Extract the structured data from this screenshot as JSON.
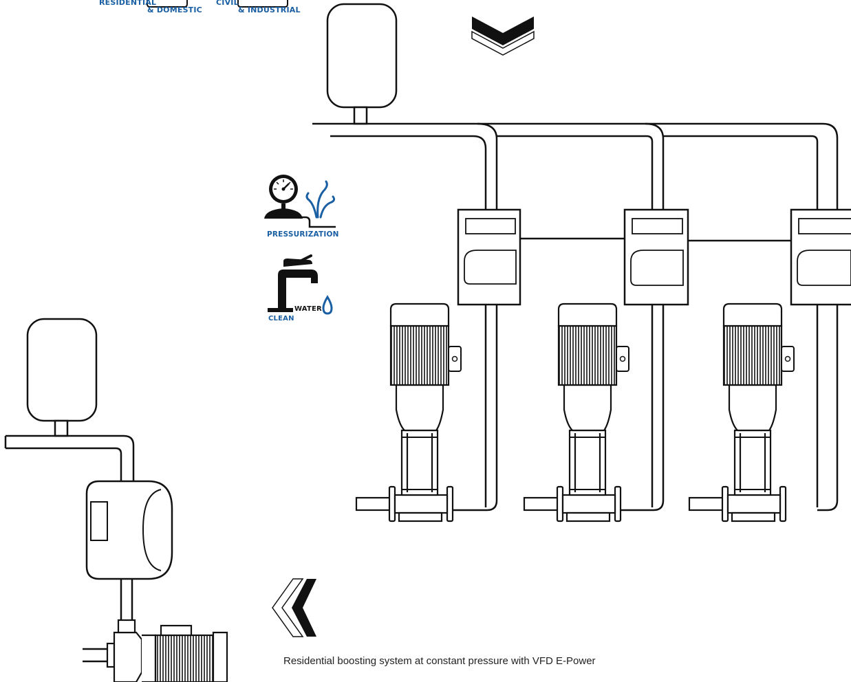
{
  "colors": {
    "line": "#111111",
    "brand_blue": "#1a5fa3",
    "text": "#222222"
  },
  "top_badges": {
    "residential": "RESIDENTIAL",
    "domestic": "& DOMESTIC",
    "civil": "CIVIL",
    "industrial": "& INDUSTRIAL"
  },
  "application_icons": {
    "pressurization": "PRESSURIZATION",
    "clean": "CLEAN",
    "water": "WATER"
  },
  "caption": "Residential boosting system at constant pressure with VFD E-Power",
  "icons": [
    "double-chevron-down-icon",
    "double-chevron-left-icon",
    "pressure-gauge-icon",
    "water-tap-icon"
  ]
}
